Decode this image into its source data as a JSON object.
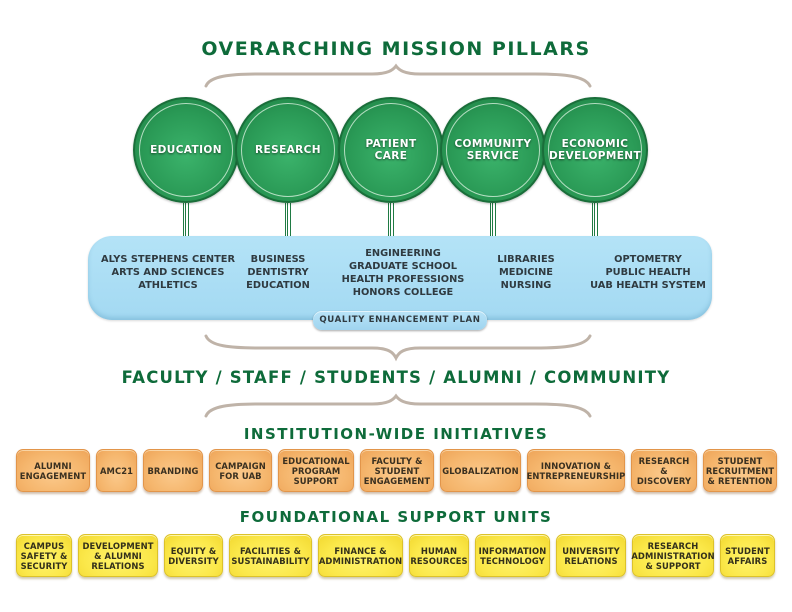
{
  "headings": {
    "mission_pillars": "OVERARCHING MISSION PILLARS",
    "community": "FACULTY / STAFF / STUDENTS / ALUMNI / COMMUNITY",
    "initiatives": "INSTITUTION-WIDE INITIATIVES",
    "foundational": "FOUNDATIONAL SUPPORT UNITS"
  },
  "pillars": [
    {
      "lines": [
        "EDUCATION"
      ]
    },
    {
      "lines": [
        "RESEARCH"
      ]
    },
    {
      "lines": [
        "PATIENT",
        "CARE"
      ]
    },
    {
      "lines": [
        "COMMUNITY",
        "SERVICE"
      ]
    },
    {
      "lines": [
        "ECONOMIC",
        "DEVELOPMENT"
      ]
    }
  ],
  "schools": [
    [
      "ALYS STEPHENS CENTER",
      "ARTS AND SCIENCES",
      "ATHLETICS"
    ],
    [
      "BUSINESS",
      "DENTISTRY",
      "EDUCATION"
    ],
    [
      "ENGINEERING",
      "GRADUATE SCHOOL",
      "HEALTH PROFESSIONS",
      "HONORS COLLEGE"
    ],
    [
      "LIBRARIES",
      "MEDICINE",
      "NURSING"
    ],
    [
      "OPTOMETRY",
      "PUBLIC HEALTH",
      "UAB HEALTH SYSTEM"
    ]
  ],
  "qep_label": "QUALITY ENHANCEMENT PLAN",
  "initiatives": [
    {
      "lines": [
        "ALUMNI",
        "ENGAGEMENT"
      ]
    },
    {
      "lines": [
        "AMC21"
      ]
    },
    {
      "lines": [
        "BRANDING"
      ]
    },
    {
      "lines": [
        "CAMPAIGN",
        "FOR UAB"
      ]
    },
    {
      "lines": [
        "EDUCATIONAL",
        "PROGRAM",
        "SUPPORT"
      ]
    },
    {
      "lines": [
        "FACULTY &",
        "STUDENT",
        "ENGAGEMENT"
      ]
    },
    {
      "lines": [
        "GLOBALIZATION"
      ]
    },
    {
      "lines": [
        "INNOVATION &",
        "ENTREPRENEURSHIP"
      ]
    },
    {
      "lines": [
        "RESEARCH",
        "& DISCOVERY"
      ]
    },
    {
      "lines": [
        "STUDENT",
        "RECRUITMENT",
        "& RETENTION"
      ]
    }
  ],
  "support_units": [
    {
      "lines": [
        "CAMPUS",
        "SAFETY &",
        "SECURITY"
      ]
    },
    {
      "lines": [
        "DEVELOPMENT",
        "& ALUMNI",
        "RELATIONS"
      ]
    },
    {
      "lines": [
        "EQUITY &",
        "DIVERSITY"
      ]
    },
    {
      "lines": [
        "FACILITIES &",
        "SUSTAINABILITY"
      ]
    },
    {
      "lines": [
        "FINANCE &",
        "ADMINISTRATION"
      ]
    },
    {
      "lines": [
        "HUMAN",
        "RESOURCES"
      ]
    },
    {
      "lines": [
        "INFORMATION",
        "TECHNOLOGY"
      ]
    },
    {
      "lines": [
        "UNIVERSITY",
        "RELATIONS"
      ]
    },
    {
      "lines": [
        "RESEARCH",
        "ADMINISTRATION",
        "& SUPPORT"
      ]
    },
    {
      "lines": [
        "STUDENT",
        "AFFAIRS"
      ]
    }
  ],
  "colors": {
    "heading_green": "#0e6b3a",
    "pillar_green": "#2a9a56",
    "band_blue": "#a9dcf3",
    "initiative_orange": "#f5b66d",
    "support_yellow": "#fbe84a",
    "brace_taupe": "#bfb3a8"
  }
}
